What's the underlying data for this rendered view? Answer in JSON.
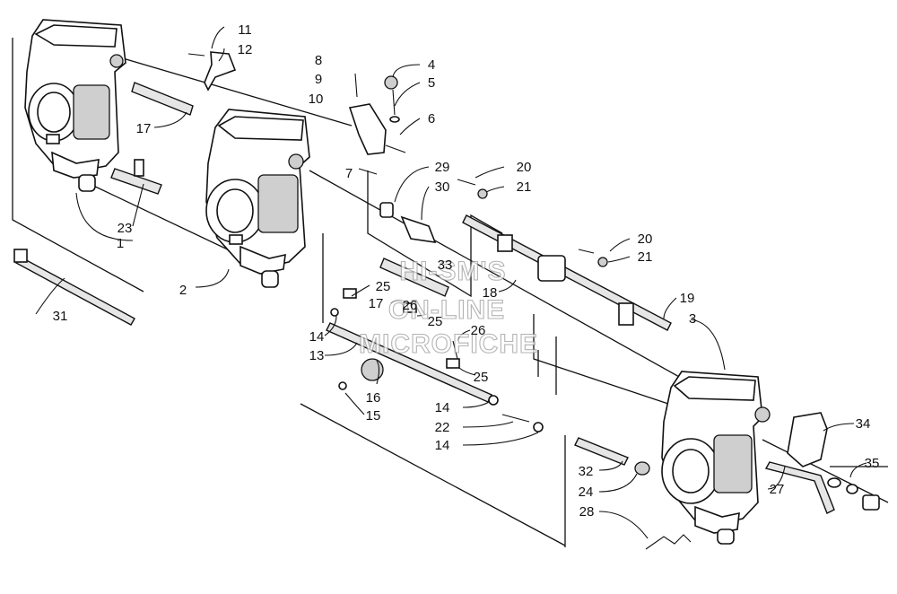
{
  "watermark": {
    "line1": "HI-SM'S",
    "line2": "ON-LINE",
    "line3": "MICROFICHE"
  },
  "callouts": {
    "c1": "1",
    "c2": "2",
    "c3": "3",
    "c4": "4",
    "c5": "5",
    "c6": "6",
    "c7": "7",
    "c8": "8",
    "c9": "9",
    "c10": "10",
    "c11": "11",
    "c12": "12",
    "c13": "13",
    "c14a": "14",
    "c14b": "14",
    "c14c": "14",
    "c15": "15",
    "c16": "16",
    "c17a": "17",
    "c17b": "17",
    "c18": "18",
    "c19": "19",
    "c20a": "20",
    "c20b": "20",
    "c21a": "21",
    "c21b": "21",
    "c22": "22",
    "c23": "23",
    "c24": "24",
    "c25a": "25",
    "c25b": "25",
    "c25c": "25",
    "c26a": "26",
    "c26b": "26",
    "c27": "27",
    "c28": "28",
    "c29": "29",
    "c30": "30",
    "c31": "31",
    "c32": "32",
    "c33": "33",
    "c34": "34",
    "c35": "35"
  }
}
